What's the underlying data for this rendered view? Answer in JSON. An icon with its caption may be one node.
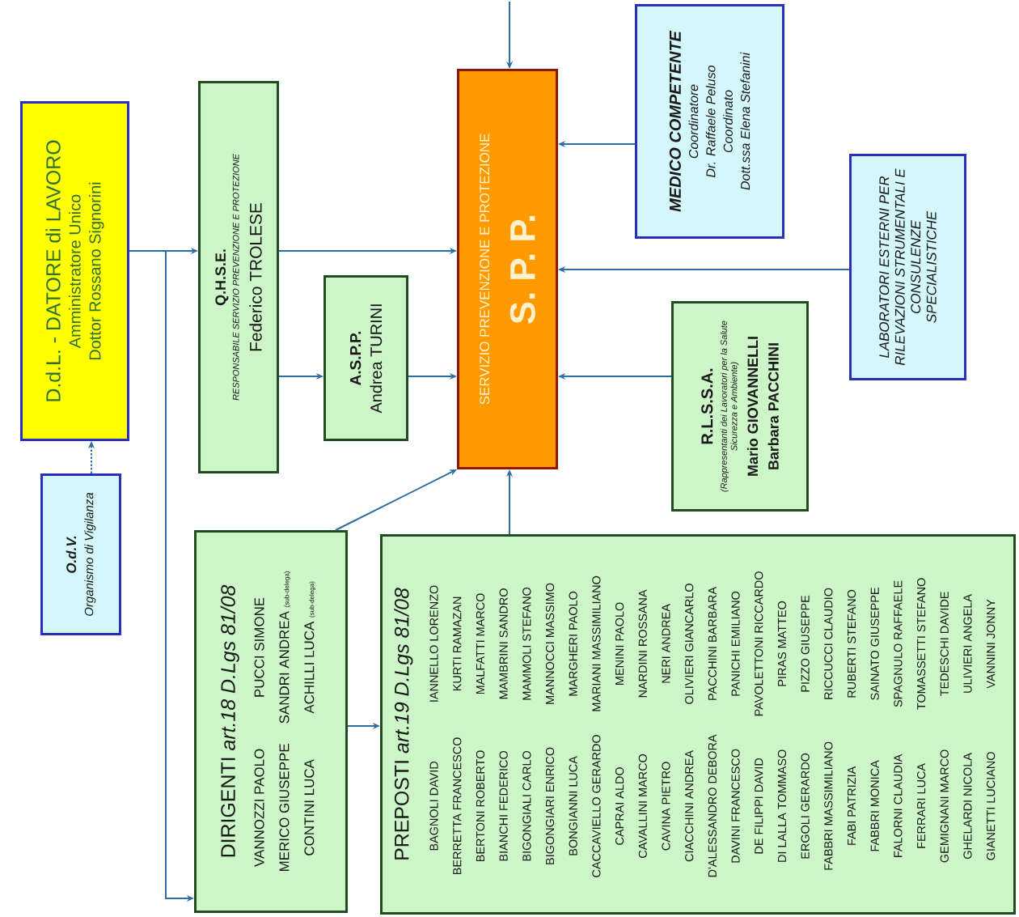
{
  "diagram": {
    "nodes": [
      {
        "text": [
          "O.d.V.",
          "Organismo di Vigilanza"
        ]
      },
      {
        "text": [
          "D.d.L. - DATORE di LAVORO",
          "Amministratore Unico",
          "Dottor Rossano Signorini"
        ]
      },
      {
        "text": [
          "Q.H.S.E.",
          "RESPONSABILE SERVIZIO PREVENZIONE E PROTEZIONE",
          "Federico TROLESE"
        ]
      },
      {
        "text": [
          "A.S.P.P.",
          "Andrea TURINI"
        ]
      },
      {
        "text": [
          "SERVIZIO PREVENZIONE E PROTEZIONE",
          "S. P. P."
        ]
      },
      {
        "text": [
          "MEDICO COMPETENTE",
          "Coordinatore",
          "Dr. Raffaele Peluso",
          "Coordinato",
          "Dott.ssa Elena Stefanini"
        ]
      },
      {
        "text": [
          "LABORATORI ESTERNI PER RILEVAZIONI STRUMENTALI E CONSULENZE SPECIALISTICHE"
        ]
      },
      {
        "text": [
          "R.L.S.S.A.",
          "(Rappresentanti dei Lavoratori per la Salute Sicurezza e Ambiente)",
          "Mario GIOVANNELLI",
          "Barbara PACCHINI"
        ]
      },
      {
        "text": [
          "DIRIGENTI *art.18 D.Lgs 81/08*",
          "VANNOZZI PAOLO",
          "PUCCI SIMONE",
          "MERICO GIUSEPPE",
          "SANDRI ANDREA",
          "(sub-delega)",
          "CONTINI LUCA",
          "ACHILLI LUCA",
          "(sub-delega)"
        ]
      },
      {
        "text": [
          "PREPOSTI *art.19 D.Lgs 81/08*",
          "BAGNOLI DAVID",
          "IANNELLO LORENZO",
          "BERRETTA FRANCESCO",
          "KURTI RAMAZAN",
          "BERTONI ROBERTO",
          "MALFATTI MARCO",
          "BIANCHI FEDERICO",
          "MAMBRINI SANDRO",
          "BIGONGIALI CARLO",
          "MAMMOLI STEFANO",
          "BIGONGIARI ENRICO",
          "MANNOCCI MASSIMO",
          "BONGIANNI LUCA",
          "MARGHERI PAOLO",
          "CACCAVIELLO GERARDO",
          "MARIANI MASSIMILIANO",
          "CAPRAI ALDO",
          "MENINI PAOLO",
          "CAVALLINI MARCO",
          "NARDINI ROSSANA",
          "CAVINA PIETRO",
          "NERI ANDREA",
          "CIACCHINI ANDREA",
          "OLIVIERI GIANCARLO",
          "D'ALESSANDRO DEBORA",
          "PACCHINI BARBARA",
          "DAVINI FRANCESCO",
          "PANICHI EMILIANO",
          "DE FILIPPI DAVID",
          "PAVOLETTONI RICCARDO",
          "DI LALLA TOMMASO",
          "PIRAS MATTEO",
          "ERGOLI GERARDO",
          "PIZZO GIUSEPPE",
          "FABBRI MASSIMILIANO",
          "RICCUCCI CLAUDIO",
          "FABI PATRIZIA",
          "RUBERTI STEFANO",
          "FABBRI MONICA",
          "SAINATO GIUSEPPE",
          "FALORNI CLAUDIA",
          "SPAGNULO RAFFAELE",
          "FERRARI LUCA",
          "TOMASSETTI STEFANO",
          "GEMIGNANI MARCO",
          "TEDESCHI DAVIDE",
          "GHELARDI NICOLA",
          "ULIVIERI ANGELA",
          "GIANETTI LUCIANO",
          "VANNINI JONNY"
        ]
      }
    ],
    "edges": [
      {
        "from": 0,
        "to": 1,
        "arrow": "to",
        "style": "dashed"
      },
      {
        "from": 1,
        "to": 2,
        "arrow": "to"
      },
      {
        "from": 1,
        "to": 8,
        "arrow": "to"
      },
      {
        "from": 2,
        "to": 4,
        "arrow": "to"
      },
      {
        "from": 2,
        "to": 3,
        "arrow": "to"
      },
      {
        "from": 3,
        "to": 4,
        "arrow": "to"
      },
      {
        "from": 8,
        "to": 4,
        "arrow": "to"
      },
      {
        "from": 8,
        "to": 9,
        "arrow": "to"
      },
      {
        "from": 9,
        "to": 4,
        "arrow": "to"
      },
      {
        "from": null,
        "to": 4,
        "arrow": "to"
      },
      {
        "from": 5,
        "to": 4,
        "arrow": "to"
      },
      {
        "from": 6,
        "to": 4,
        "arrow": "to"
      },
      {
        "from": 7,
        "to": 4,
        "arrow": "to"
      }
    ]
  }
}
